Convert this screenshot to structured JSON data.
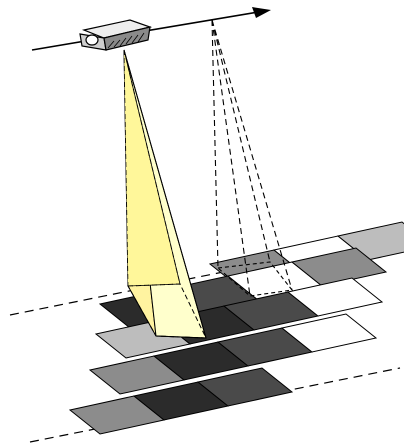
{
  "diagram": {
    "colors": {
      "light": "#ffffff",
      "mid": "#bdbdbd",
      "gray": "#8c8c8c",
      "dark": "#4a4a4a",
      "black": "#2b2b2b",
      "beam": "#fff79a",
      "beam_side": "#ffffcc",
      "stroke": "#000000"
    },
    "icons": [
      "scanner-sensor-icon",
      "flight-direction-arrow-icon"
    ],
    "grid_rows": [
      [
        "gray",
        "light",
        "mid"
      ],
      [
        "black",
        "dark",
        "light",
        "gray"
      ],
      [
        "mid",
        "black",
        "dark",
        "light"
      ],
      [
        "gray",
        "black",
        "dark",
        "light"
      ],
      [
        "gray",
        "black",
        "dark"
      ]
    ]
  }
}
